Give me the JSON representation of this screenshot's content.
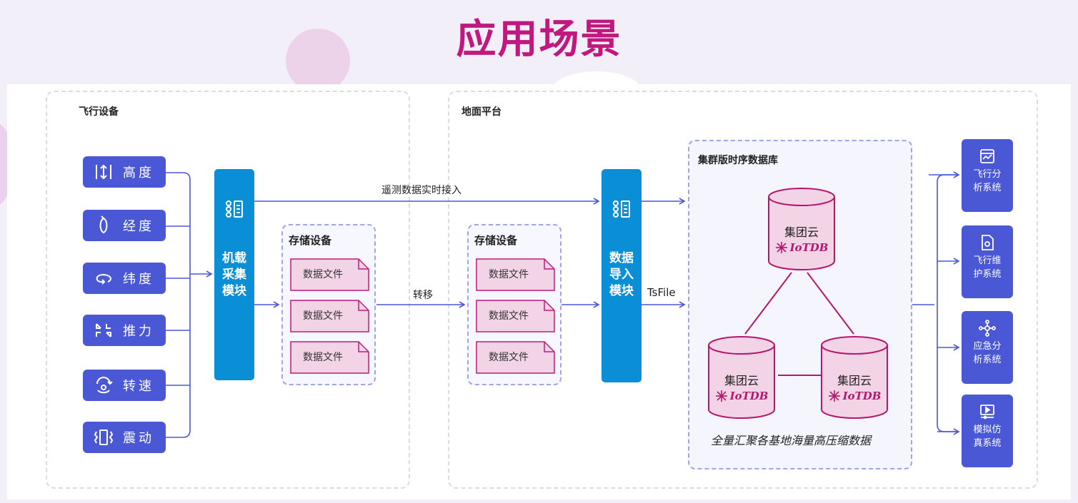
{
  "title": "应用场景",
  "sections": {
    "flight": "飞行设备",
    "ground": "地面平台"
  },
  "params": [
    {
      "label": "高度",
      "icon": "altitude-icon"
    },
    {
      "label": "经度",
      "icon": "longitude-icon"
    },
    {
      "label": "纬度",
      "icon": "latitude-icon"
    },
    {
      "label": "推力",
      "icon": "thrust-icon"
    },
    {
      "label": "转速",
      "icon": "rotation-speed-icon"
    },
    {
      "label": "震动",
      "icon": "vibration-icon"
    }
  ],
  "modules": {
    "onboard": "机载\n采集\n模块",
    "import": "数据\n导入\n模块"
  },
  "storage": {
    "title": "存储设备",
    "file_label": "数据文件"
  },
  "flows": {
    "telemetry": "遥测数据实时接入",
    "transfer": "转移",
    "tsfile": "TsFile"
  },
  "cluster": {
    "title": "集群版时序数据库",
    "node_label": "集团云",
    "logo_text": "IoTDB",
    "caption": "全量汇聚各基地海量高压缩数据"
  },
  "systems": [
    {
      "label": "飞行分\n析系统",
      "icon": "chart-analysis-icon"
    },
    {
      "label": "飞行维\n护系统",
      "icon": "maintenance-doc-icon"
    },
    {
      "label": "应急分\n析系统",
      "icon": "emergency-network-icon"
    },
    {
      "label": "模拟仿\n真系统",
      "icon": "simulation-screen-icon"
    }
  ],
  "colors": {
    "title": "#c0187e",
    "param_bg": "#4a58d6",
    "module_bg": "#0a8fd6",
    "file_fill": "#f3d4e6",
    "file_stroke": "#c0187e",
    "db_stroke": "#b5176f",
    "arrow": "#4a58d6"
  }
}
